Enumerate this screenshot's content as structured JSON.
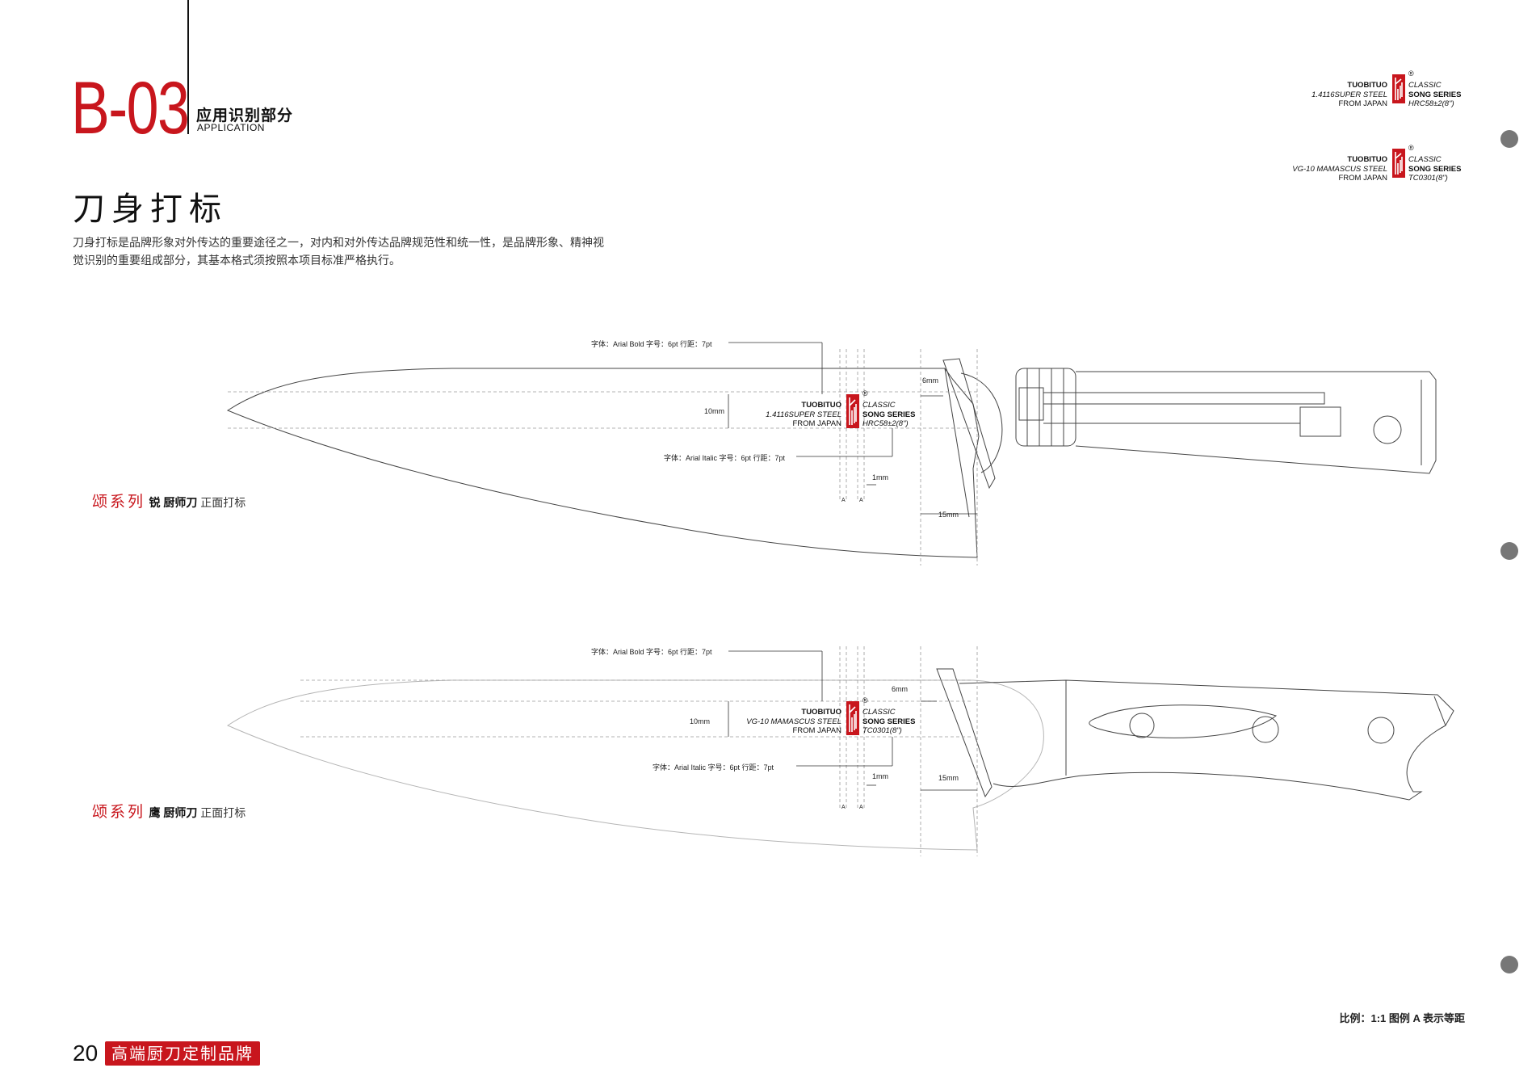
{
  "header": {
    "code": "B-03",
    "section_zh": "应用识别部分",
    "section_en": "APPLICATION"
  },
  "page": {
    "title": "刀身打标",
    "description": "刀身打标是品牌形象对外传达的重要途径之一，对内和对外传达品牌规范性和统一性，是品牌形象、精神视觉识别的重要组成部分，其基本格式须按照本项目标准严格执行。"
  },
  "legend_marks": [
    {
      "left": [
        "TUOBITUO",
        "1.4116SUPER STEEL",
        "FROM JAPAN"
      ],
      "right": [
        "CLASSIC",
        "SONG SERIES",
        "HRC58±2(8\")"
      ]
    },
    {
      "left": [
        "TUOBITUO",
        "VG-10 MAMASCUS STEEL",
        "FROM JAPAN"
      ],
      "right": [
        "CLASSIC",
        "SONG SERIES",
        "TC0301(8\")"
      ]
    }
  ],
  "registered_symbol": "®",
  "knives": [
    {
      "series": "颂系列",
      "name": "锐 厨师刀",
      "view": "正面打标",
      "font_bold_note": "字体：Arial Bold  字号：6pt  行距：7pt",
      "font_italic_note": "字体：Arial Italic  字号：6pt  行距：7pt",
      "dim_6mm": "6mm",
      "dim_10mm": "10mm",
      "dim_1mm": "1mm",
      "dim_15mm": "15mm",
      "equal_mark": "A",
      "mark": {
        "left": [
          "TUOBITUO",
          "1.4116SUPER STEEL",
          "FROM JAPAN"
        ],
        "right": [
          "CLASSIC",
          "SONG SERIES",
          "HRC58±2(8\")"
        ]
      }
    },
    {
      "series": "颂系列",
      "name": "鹰 厨师刀",
      "view": "正面打标",
      "font_bold_note": "字体：Arial Bold  字号：6pt  行距：7pt",
      "font_italic_note": "字体：Arial Italic  字号：6pt  行距：7pt",
      "dim_6mm": "6mm",
      "dim_10mm": "10mm",
      "dim_1mm": "1mm",
      "dim_15mm": "15mm",
      "equal_mark": "A",
      "mark": {
        "left": [
          "TUOBITUO",
          "VG-10 MAMASCUS STEEL",
          "FROM JAPAN"
        ],
        "right": [
          "CLASSIC",
          "SONG SERIES",
          "TC0301(8\")"
        ]
      }
    }
  ],
  "footer": {
    "scale_note": "比例：1:1  图例 A 表示等距",
    "page_number": "20",
    "slogan": "高端厨刀定制品牌"
  },
  "colors": {
    "brand_red": "#c8161d",
    "line": "#444444",
    "guide": "#9a9a9a",
    "dot": "#777777"
  }
}
